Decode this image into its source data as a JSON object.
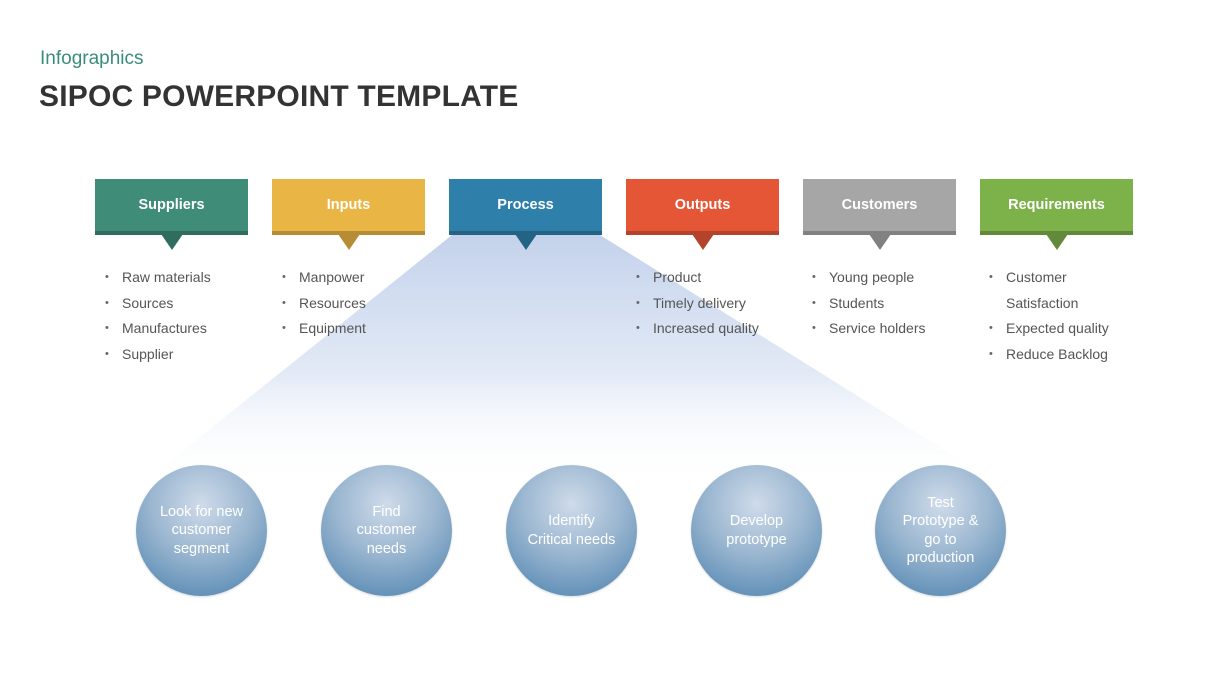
{
  "header": {
    "subtitle": "Infographics",
    "title": "SIPOC POWERPOINT TEMPLATE"
  },
  "colors": {
    "suppliers": "#3f8c78",
    "inputs": "#e9b544",
    "process": "#2f7fab",
    "outputs": "#e55637",
    "customers": "#a6a6a6",
    "requirements": "#7db14a",
    "funnel": "#c5d4ec",
    "circle": "#5e8eb6"
  },
  "columns": [
    {
      "label": "Suppliers",
      "items": [
        "Raw materials",
        "Sources",
        "Manufactures",
        "Supplier"
      ]
    },
    {
      "label": "Inputs",
      "items": [
        "Manpower",
        "Resources",
        "Equipment"
      ]
    },
    {
      "label": "Process",
      "items": []
    },
    {
      "label": "Outputs",
      "items": [
        "Product",
        "Timely delivery",
        "Increased quality"
      ]
    },
    {
      "label": "Customers",
      "items": [
        "Young people",
        "Students",
        "Service holders"
      ]
    },
    {
      "label": "Requirements",
      "items": [
        "Customer\nSatisfaction",
        "Expected quality",
        "Reduce Backlog"
      ]
    }
  ],
  "process_steps": [
    "Look for new\ncustomer\nsegment",
    "Find\ncustomer\nneeds",
    "Identify\nCritical needs",
    "Develop\nprototype",
    "Test\nPrototype  &\ngo to\nproduction"
  ]
}
